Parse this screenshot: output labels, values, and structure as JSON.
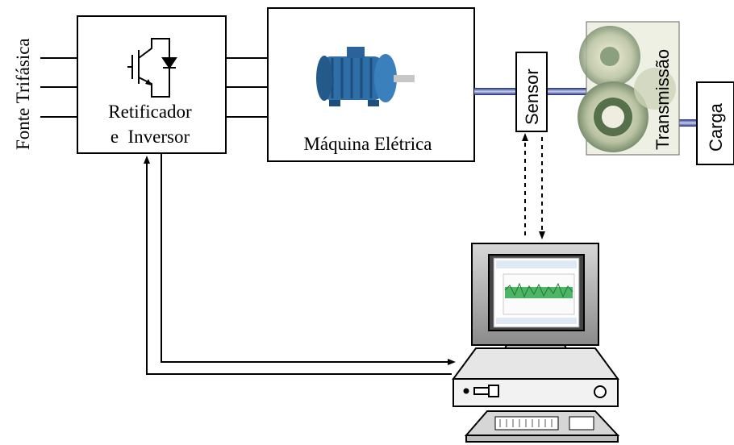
{
  "labels": {
    "source": "Fonte Trifásica",
    "converter_line1": "Retificador",
    "converter_line2": "e  Inversor",
    "machine": "Máquina Elétrica",
    "sensor": "Sensor",
    "transmission": "Transmissão",
    "load": "Carga"
  },
  "icons": {
    "switch": "igbt-diode-icon",
    "motor": "electric-motor-icon",
    "gears": "gears-icon",
    "computer": "desktop-computer-icon"
  },
  "colors": {
    "line": "#000000",
    "shaft_dark": "#1b2a78",
    "shaft_light": "#c8d0f0",
    "motor": "#2f6fa8",
    "signal": "#2ea84a"
  }
}
